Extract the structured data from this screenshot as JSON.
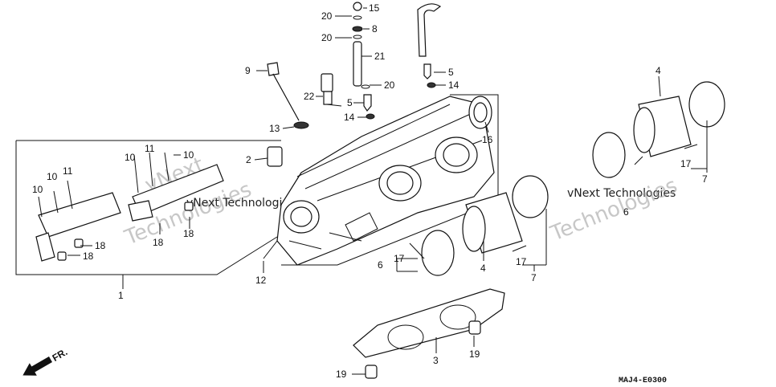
{
  "callouts": [
    {
      "id": "c20a",
      "text": "20"
    },
    {
      "id": "c15",
      "text": "15"
    },
    {
      "id": "c8",
      "text": "8"
    },
    {
      "id": "c20b",
      "text": "20"
    },
    {
      "id": "c21",
      "text": "21"
    },
    {
      "id": "c9",
      "text": "9"
    },
    {
      "id": "c5a",
      "text": "5"
    },
    {
      "id": "c14a",
      "text": "14"
    },
    {
      "id": "c20c",
      "text": "20"
    },
    {
      "id": "c22",
      "text": "22"
    },
    {
      "id": "c5b",
      "text": "5"
    },
    {
      "id": "c14b",
      "text": "14"
    },
    {
      "id": "c13",
      "text": "13"
    },
    {
      "id": "c16",
      "text": "16"
    },
    {
      "id": "c4a",
      "text": "4"
    },
    {
      "id": "c11a",
      "text": "11"
    },
    {
      "id": "c10a",
      "text": "10"
    },
    {
      "id": "c10b",
      "text": "10"
    },
    {
      "id": "c2",
      "text": "2"
    },
    {
      "id": "c10c",
      "text": "10"
    },
    {
      "id": "c11b",
      "text": "11"
    },
    {
      "id": "c10d",
      "text": "10"
    },
    {
      "id": "c18a",
      "text": "18"
    },
    {
      "id": "c18b",
      "text": "18"
    },
    {
      "id": "c18c",
      "text": "18"
    },
    {
      "id": "c18d",
      "text": "18"
    },
    {
      "id": "c17a",
      "text": "17"
    },
    {
      "id": "c7a",
      "text": "7"
    },
    {
      "id": "c6a",
      "text": "6"
    },
    {
      "id": "c17b",
      "text": "17"
    },
    {
      "id": "c6b",
      "text": "6"
    },
    {
      "id": "c4b",
      "text": "4"
    },
    {
      "id": "c17c",
      "text": "17"
    },
    {
      "id": "c7b",
      "text": "7"
    },
    {
      "id": "c12",
      "text": "12"
    },
    {
      "id": "c1",
      "text": "1"
    },
    {
      "id": "c3",
      "text": "3"
    },
    {
      "id": "c19a",
      "text": "19"
    },
    {
      "id": "c19b",
      "text": "19"
    }
  ],
  "direction_label": "FR.",
  "diagram_code": "MAJ4-E0300",
  "watermarks": [
    "vNext",
    "Technologies",
    "vNext Technologies",
    "vNext Technologies",
    "Technologies"
  ]
}
